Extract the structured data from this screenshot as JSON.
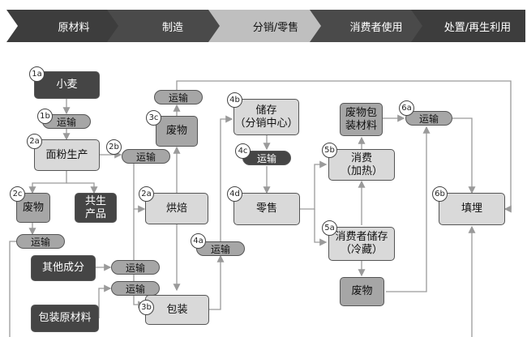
{
  "stages": [
    "原材料",
    "制造",
    "分销/零售",
    "消费者使用",
    "处置/再生利用"
  ],
  "colors": {
    "stage_dark": "#3d3d3d",
    "stage_light": "#bfbfbf",
    "node_dark": "#454545",
    "node_mid": "#a6a6a6",
    "node_light": "#d9d9d9",
    "line": "#9a9a9a"
  },
  "nodes": {
    "wheat": "小麦",
    "flour": "面粉生产",
    "waste_2c": "废物",
    "coproduct": "共生\n产品",
    "baking": "烘焙",
    "waste_3c": "废物",
    "other_ingredients": "其他成分",
    "packaging_materials": "包装原材料",
    "packaging": "包装",
    "storage": "储存\n（分销中心）",
    "retail": "零售",
    "consume": "消费\n（加热）",
    "consumer_storage": "消费者储存\n（冷藏）",
    "waste_5": "废物",
    "packaging_waste": "废物包\n装材料",
    "landfill": "填埋"
  },
  "transport": "运输",
  "tags": {
    "t1a": "1a",
    "t1b": "1b",
    "t2a1": "2a",
    "t2b": "2b",
    "t2c": "2c",
    "t2a2": "2a",
    "t3c": "3c",
    "t3b": "3b",
    "t4b": "4b",
    "t4c": "4c",
    "t4d": "4d",
    "t4a": "4a",
    "t5b": "5b",
    "t5a": "5a",
    "t6a": "6a",
    "t6b": "6b"
  }
}
